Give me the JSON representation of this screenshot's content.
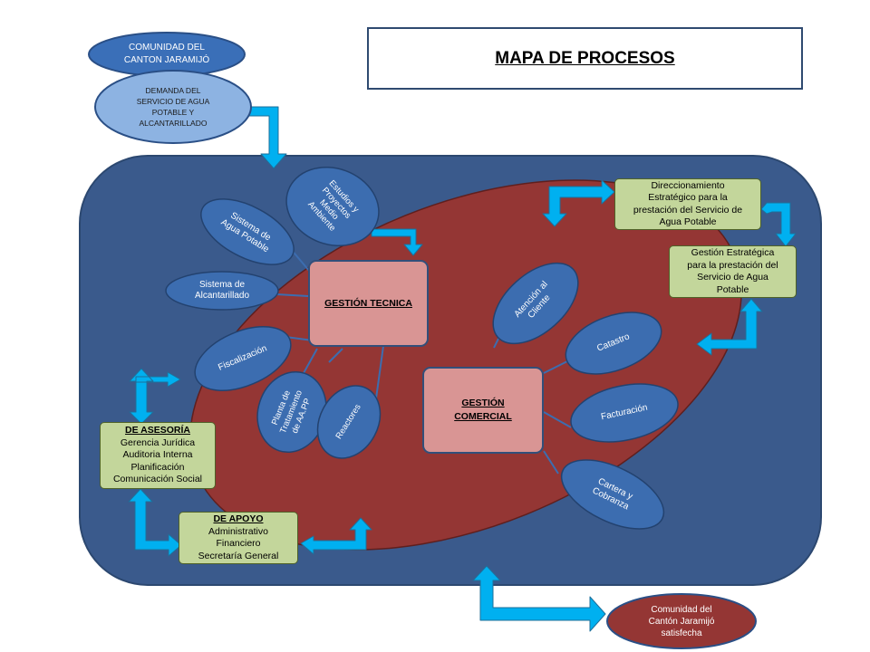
{
  "title": "MAPA DE PROCESOS",
  "input": {
    "community": [
      "COMUNIDAD DEL",
      "CANTON JARAMIJÓ"
    ],
    "demand": [
      "DEMANDA DEL",
      "SERVICIO DE AGUA",
      "POTABLE Y",
      "ALCANTARILLADO"
    ]
  },
  "output": [
    "Comunidad del",
    "Cantón Jaramijó",
    "satisfecha"
  ],
  "technical": {
    "label": "GESTIÓN TECNICA",
    "subprocesses": [
      [
        "Estudios y",
        "Proyectos",
        "Medio",
        "Ambiente"
      ],
      [
        "Sistema de",
        "Agua Potable"
      ],
      [
        "Sistema de",
        "Alcantarillado"
      ],
      [
        "Fiscalización"
      ],
      [
        "Planta de",
        "Tratamiento",
        "de AA.PP"
      ],
      [
        "Reactores"
      ]
    ]
  },
  "commercial": {
    "label": [
      "GESTIÓN",
      "COMERCIAL"
    ],
    "subprocesses": [
      [
        "Atención al",
        "Cliente"
      ],
      [
        "Catastro"
      ],
      [
        "Facturación"
      ],
      [
        "Cartera y",
        "Cobranza"
      ]
    ]
  },
  "strategic": [
    [
      "Direccionamiento",
      "Estratégico para la",
      "prestación del Servicio de",
      "Agua Potable"
    ],
    [
      "Gestión Estratégica",
      "para la prestación del",
      "Servicio de Agua",
      "Potable"
    ]
  ],
  "advisory": {
    "header": "DE ASESORÍA",
    "items": [
      "Gerencia Jurídica",
      "Auditoria Interna",
      "Planificación",
      "Comunicación Social"
    ]
  },
  "support": {
    "header": "DE APOYO",
    "items": [
      "Administrativo",
      "Financiero",
      "Secretaría General"
    ]
  },
  "colors": {
    "container": "#3a5a8c",
    "ellipse": "#943634",
    "oval": "#3c6db0",
    "arrow": "#00b0f0",
    "pink": "#d99594",
    "green": "#c3d69b"
  }
}
